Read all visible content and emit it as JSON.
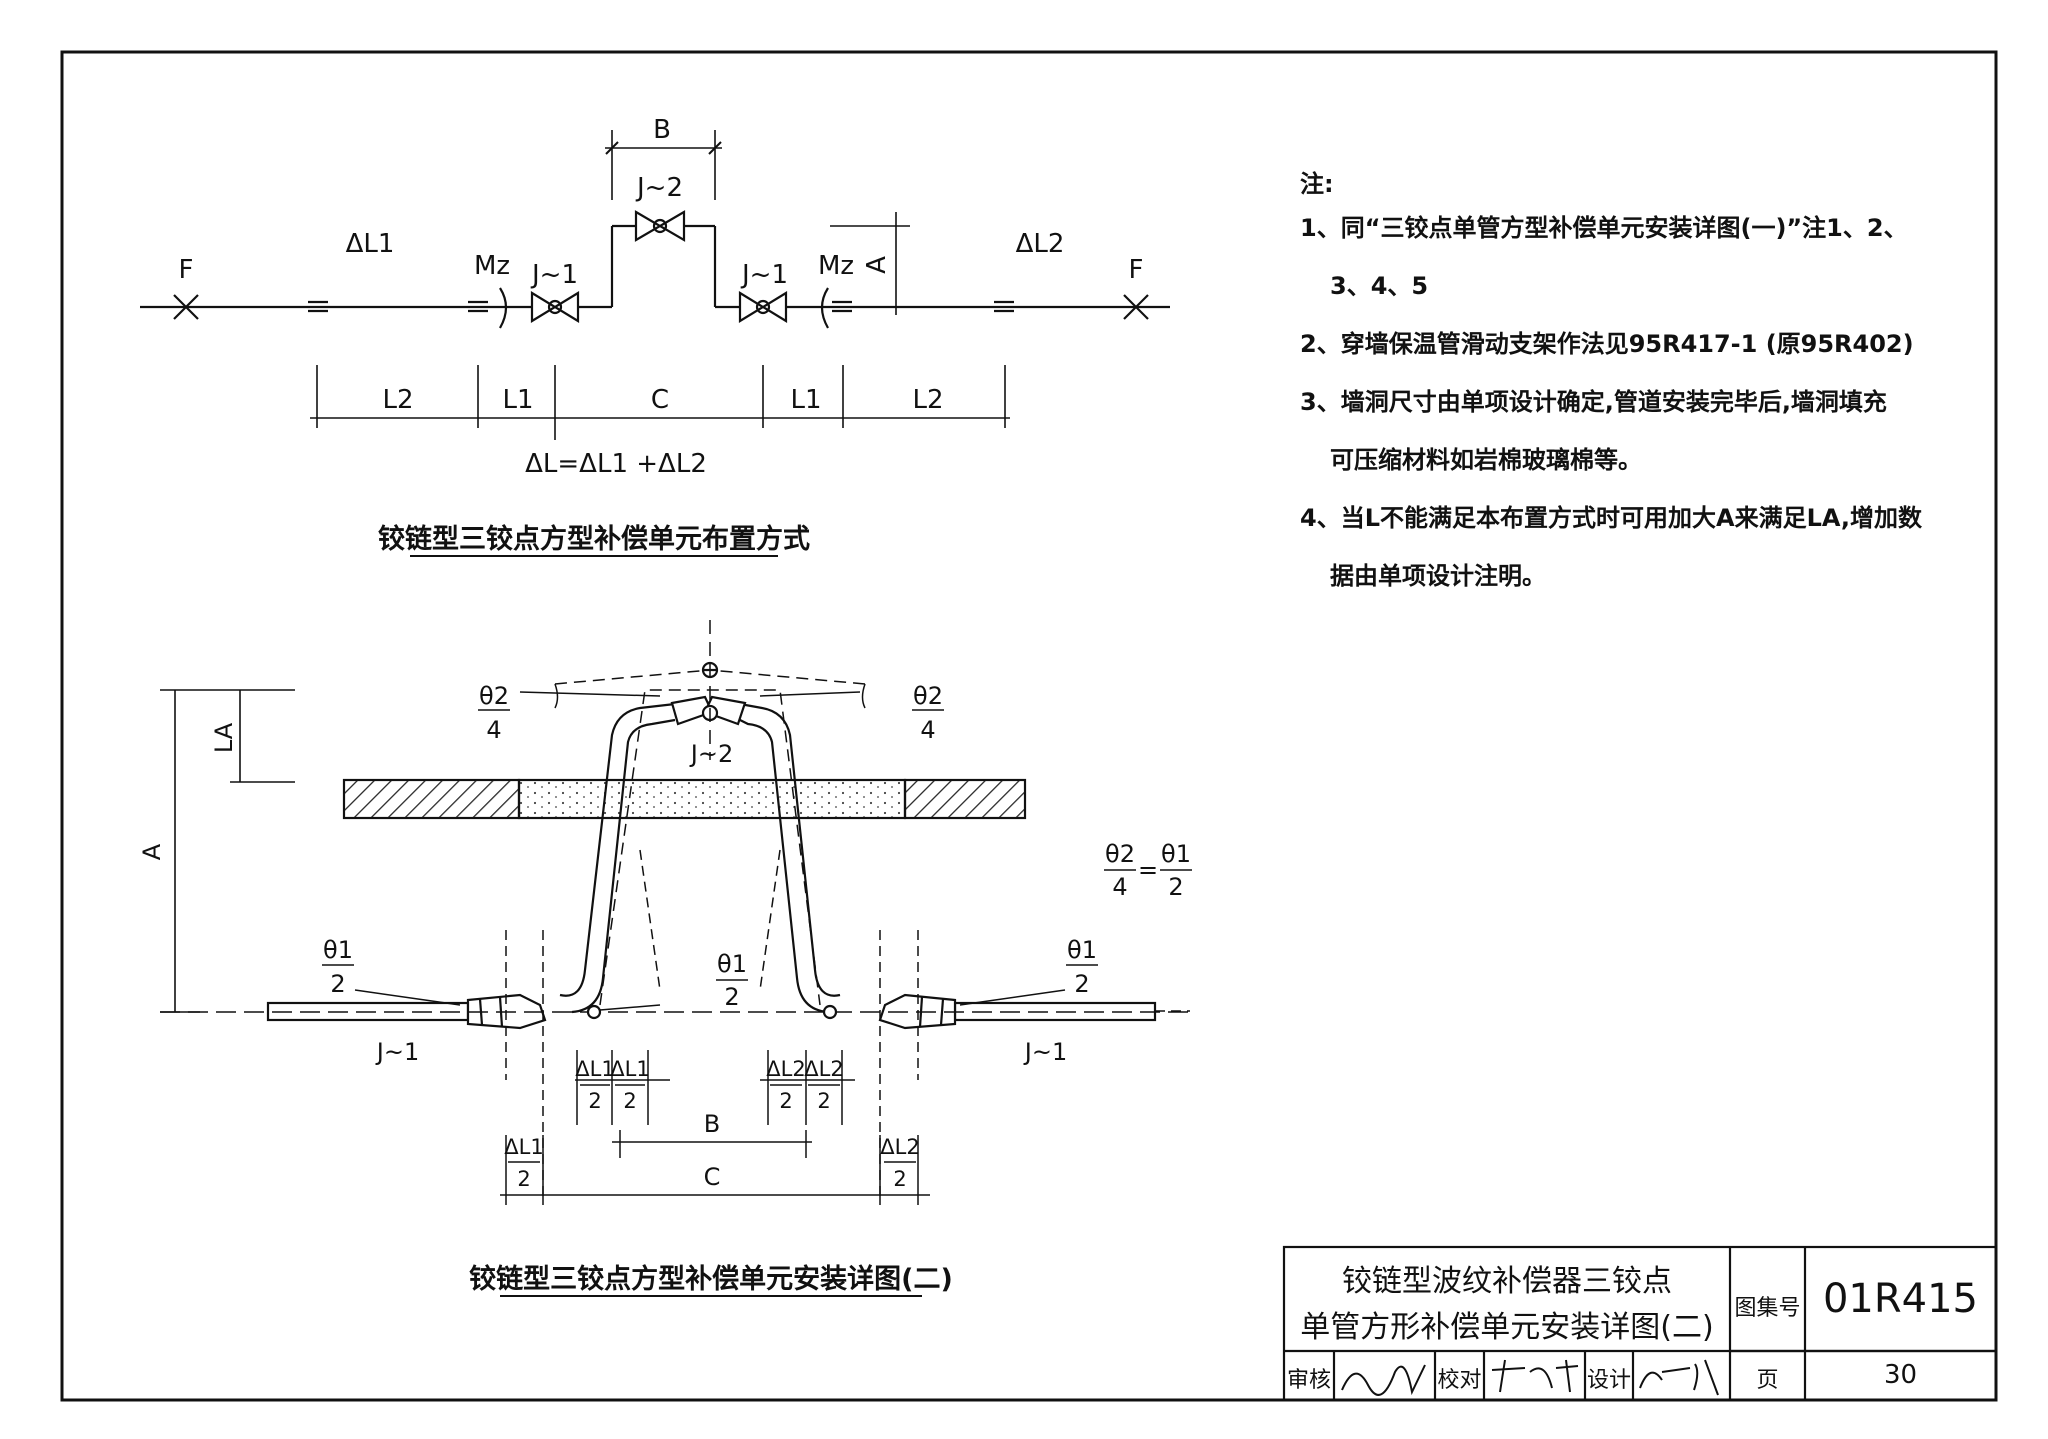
{
  "layout_diagram": {
    "caption": "铰链型三铰点方型补偿单元布置方式",
    "dim_B": "B",
    "dim_A": "A",
    "joint_J2": "J~2",
    "joint_J1_left": "J~1",
    "joint_J1_right": "J~1",
    "guide_left": "Mz",
    "guide_right": "Mz",
    "fixed_left": "F",
    "fixed_right": "F",
    "delta_L1": "ΔL1",
    "delta_L2": "ΔL2",
    "seg_L2_left": "L2",
    "seg_L1_left": "L1",
    "seg_C": "C",
    "seg_L1_right": "L1",
    "seg_L2_right": "L2",
    "formula": "ΔL=ΔL1 +ΔL2"
  },
  "detail_diagram": {
    "caption": "铰链型三铰点方型补偿单元安装详图(二)",
    "dim_LA": "LA",
    "dim_A": "A",
    "theta2": "θ2",
    "four": "4",
    "theta1": "θ1",
    "two": "2",
    "joint_J2": "J~2",
    "joint_J1_left": "J~1",
    "joint_J1_right": "J~1",
    "relation_left": "θ2",
    "relation_eq": "=",
    "dL1": "ΔL1",
    "dL2": "ΔL2",
    "dim_B": "B",
    "dim_C": "C"
  },
  "notes": {
    "title": "注:",
    "items": [
      "1、同“三铰点单管方型补偿单元安装详图(一)”注1、2、",
      "3、4、5",
      "2、穿墙保温管滑动支架作法见95R417-1 (原95R402)",
      "3、墙洞尺寸由单项设计确定,管道安装完毕后,墙洞填充",
      "可压缩材料如岩棉玻璃棉等。",
      "4、当L不能满足本布置方式时可用加大A来满足LA,增加数",
      "据由单项设计注明。"
    ]
  },
  "title_block": {
    "title_line1": "铰链型波纹补偿器三铰点",
    "title_line2": "单管方形补偿单元安装详图(二)",
    "atlas_label": "图集号",
    "atlas_no": "01R415",
    "page_label": "页",
    "page_no": "30",
    "review_label": "审核",
    "check_label": "校对",
    "design_label": "设计"
  }
}
